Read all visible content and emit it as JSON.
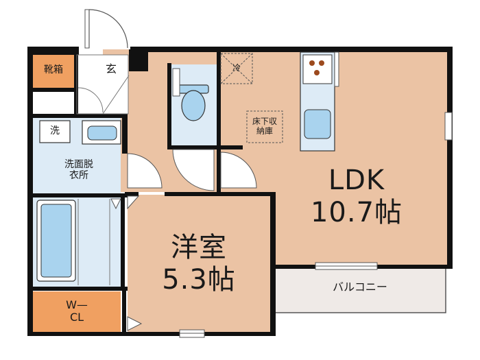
{
  "rooms": {
    "ldk": {
      "name": "LDK",
      "size": "10.7帖"
    },
    "western_room": {
      "name": "洋室",
      "size": "5.3帖"
    },
    "balcony": "バルコニー",
    "walk_in_closet": {
      "line1": "W—",
      "line2": "CL"
    },
    "entrance": "玄",
    "shoe_cabinet": "靴箱",
    "washroom": {
      "line1": "洗面脱",
      "line2": "衣所"
    },
    "washer": "洗",
    "underfloor_storage": {
      "line1": "床下収",
      "line2": "納庫"
    },
    "fridge": "冷"
  },
  "colors": {
    "floor": "#EBC3A4",
    "wet_area": "#DDEBF6",
    "fixture": "#A9D3EE",
    "closet": "#F0A061",
    "balcony": "#EFEAE7",
    "wall": "#111111",
    "stove_burner": "#9C4A1E"
  }
}
